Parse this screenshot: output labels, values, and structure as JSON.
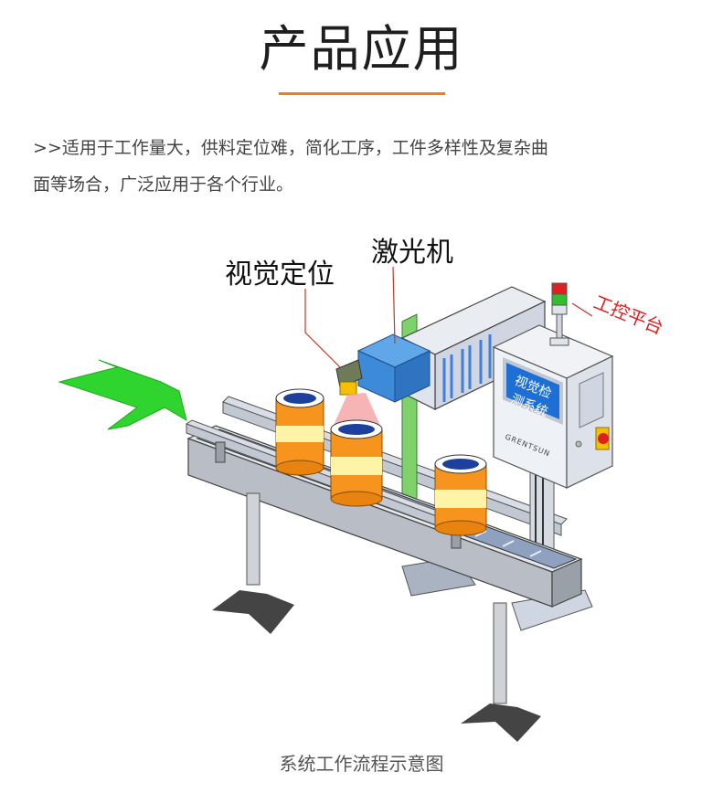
{
  "header": {
    "title": "产品应用"
  },
  "description": {
    "line1": ">>适用于工作量大，供料定位难，简化工序，工件多样性及复杂曲",
    "line2": "面等场合，广泛应用于各个行业。"
  },
  "diagram": {
    "label_vision": "视觉定位",
    "label_laser": "激光机",
    "label_control": "工控平台",
    "screen_line1": "视觉检",
    "screen_line2": "测系统",
    "brand": "GRENTSUN"
  },
  "caption": "系统工作流程示意图",
  "colors": {
    "accent_orange": "#f07c1a",
    "arrow_green": "#2fd42f",
    "control_red": "#e02020",
    "screen_blue": "#1d6fd6"
  }
}
